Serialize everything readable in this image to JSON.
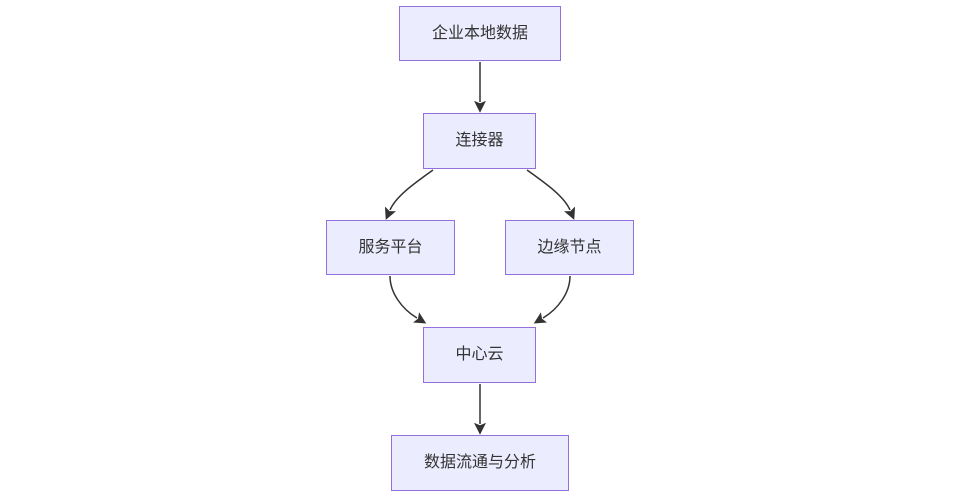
{
  "diagram": {
    "type": "flowchart",
    "direction": "top-down",
    "nodes": [
      {
        "id": "enterprise-local-data",
        "label": "企业本地数据"
      },
      {
        "id": "connector",
        "label": "连接器"
      },
      {
        "id": "service-platform",
        "label": "服务平台"
      },
      {
        "id": "edge-node",
        "label": "边缘节点"
      },
      {
        "id": "central-cloud",
        "label": "中心云"
      },
      {
        "id": "data-flow-analysis",
        "label": "数据流通与分析"
      }
    ],
    "edges": [
      {
        "from": "企业本地数据",
        "to": "连接器"
      },
      {
        "from": "连接器",
        "to": "服务平台"
      },
      {
        "from": "连接器",
        "to": "边缘节点"
      },
      {
        "from": "服务平台",
        "to": "中心云"
      },
      {
        "from": "边缘节点",
        "to": "中心云"
      },
      {
        "from": "中心云",
        "to": "数据流通与分析"
      }
    ],
    "colors": {
      "node_fill": "#ECECFF",
      "node_border": "#9370DB",
      "edge": "#333333",
      "text": "#333333",
      "background": "#FFFFFF"
    }
  }
}
